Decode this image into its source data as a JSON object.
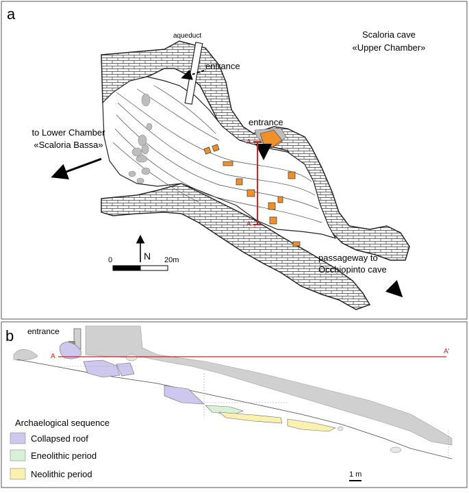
{
  "panel_a": {
    "letter": "a",
    "title_line1": "Scaloria cave",
    "title_line2": "«Upper Chamber»",
    "aqueduct": "aqueduct",
    "entrance_top": "entrance",
    "entrance_mid": "entrance",
    "lower_chamber_line1": "to Lower Chamber",
    "lower_chamber_line2": "«Scaloria Bassa»",
    "passage_line1": "passageway to",
    "passage_line2": "Occhiopinto cave",
    "section_top": "A",
    "section_bottom": "A'",
    "north": "N",
    "scale_start": "0",
    "scale_end": "20m"
  },
  "panel_b": {
    "letter": "b",
    "entrance": "entrance",
    "section_left": "A",
    "section_right": "A'",
    "legend_title": "Archaelogical sequence",
    "legend": [
      {
        "label": "Collapsed roof",
        "color": "#cfc8ee"
      },
      {
        "label": "Eneolithic period",
        "color": "#d8f1d6"
      },
      {
        "label": "Neolithic period",
        "color": "#faf0b0"
      }
    ],
    "scale": "1 m"
  },
  "colors": {
    "finds": "#f0902a",
    "section_line": "#cc2222",
    "rock": "#d0d0d0",
    "boulder": "#bdbdbd"
  }
}
